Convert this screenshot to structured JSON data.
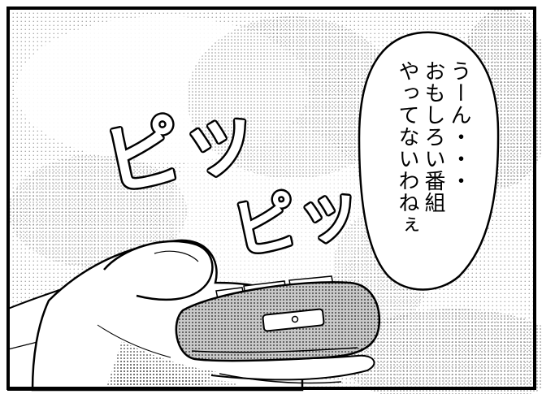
{
  "speech_bubble": {
    "lines": [
      "うーん・・・",
      "おもしろい番組",
      "やってないわねぇ"
    ]
  },
  "sound_effects": [
    {
      "text": "ピッ"
    },
    {
      "text": "ピッ"
    }
  ],
  "colors": {
    "ink": "#000000",
    "paper": "#ffffff",
    "screentone": "#b9b9b9"
  }
}
